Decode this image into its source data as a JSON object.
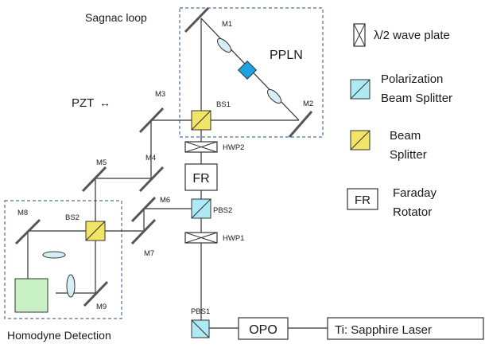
{
  "labels": {
    "sagnac": "Sagnac loop",
    "pzt": "PZT",
    "pzt_arrow": "↔",
    "homodyne": "Homodyne Detection",
    "m1": "M1",
    "m2": "M2",
    "m3": "M3",
    "m4": "M4",
    "m5": "M5",
    "m6": "M6",
    "m7": "M7",
    "m8": "M8",
    "m9": "M9",
    "bs1": "BS1",
    "bs2": "BS2",
    "pbs1": "PBS1",
    "pbs2": "PBS2",
    "hwp1": "HWP1",
    "hwp2": "HWP2",
    "ppln": "PPLN",
    "fr_box": "FR",
    "opo": "OPO",
    "laser": "Ti: Sapphire  Laser"
  },
  "legend": {
    "waveplate": "λ/2 wave plate",
    "pbs_line1": "Polarization",
    "pbs_line2": "Beam Splitter",
    "bs_line1": "Beam",
    "bs_line2": "Splitter",
    "fr_box": "FR",
    "fr_line1": "Faraday",
    "fr_line2": "Rotator"
  },
  "colors": {
    "pbs_fill": "#aeeaf5",
    "bs_fill": "#f2e566",
    "ppln_fill": "#1aa3e0",
    "detector_fill": "#c9f1c6",
    "dashed_box": "#4a6fa5"
  }
}
